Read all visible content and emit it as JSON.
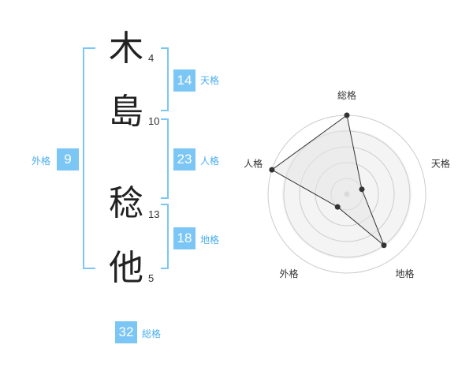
{
  "name": [
    {
      "char": "木",
      "strokes": "4"
    },
    {
      "char": "島",
      "strokes": "10"
    },
    {
      "char": "稔",
      "strokes": "13"
    },
    {
      "char": "他",
      "strokes": "5"
    }
  ],
  "fortunes": {
    "tenkaku": {
      "value": "14",
      "label": "天格"
    },
    "jinkaku": {
      "value": "23",
      "label": "人格"
    },
    "chikaku": {
      "value": "18",
      "label": "地格"
    },
    "gaikaku": {
      "value": "9",
      "label": "外格"
    },
    "soukaku": {
      "value": "32",
      "label": "総格"
    }
  },
  "colors": {
    "accent": "#7cc6f5",
    "label": "#4aaef0"
  },
  "chart_data": {
    "type": "radar",
    "axes": [
      "総格",
      "天格",
      "地格",
      "外格",
      "人格"
    ],
    "values": [
      5,
      1,
      4,
      1,
      5
    ],
    "rmax": 5,
    "rings": 5
  }
}
